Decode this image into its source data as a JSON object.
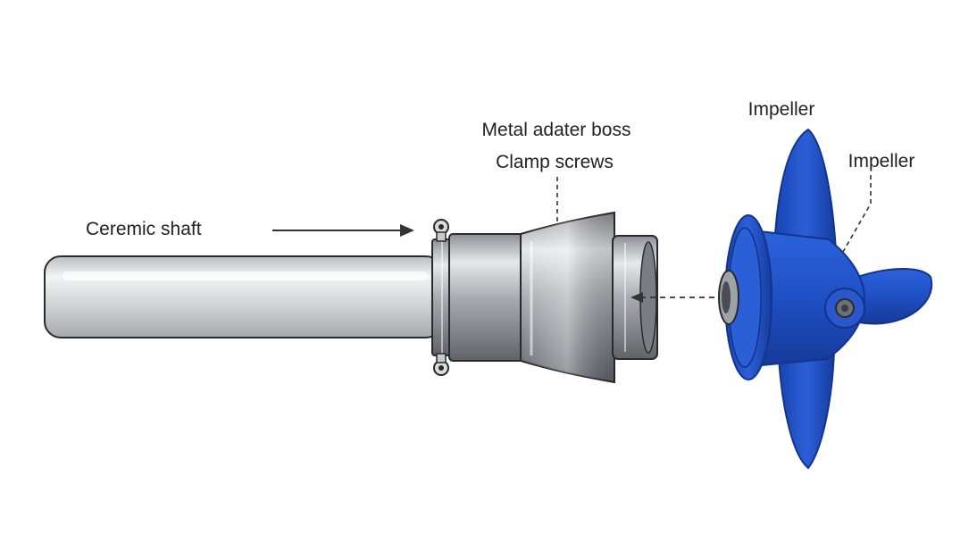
{
  "labels": {
    "ceramic_shaft": "Ceremic shaft",
    "metal_adapter_boss": "Metal adater boss",
    "clamp_screws": "Clamp screws",
    "impeller_top": "Impeller",
    "impeller_right": "Impeller"
  },
  "colors": {
    "outline": "#2a2a2a",
    "label_text": "#222222",
    "shaft_fill": "#d4d7d9",
    "metal_fill": "#a9adb2",
    "impeller_fill": "#1f4fc4",
    "impeller_dark": "#12348c"
  },
  "icons": {
    "assembly_arrow": "solid-arrow-right",
    "insertion_arrow": "dashed-arrow-left"
  }
}
